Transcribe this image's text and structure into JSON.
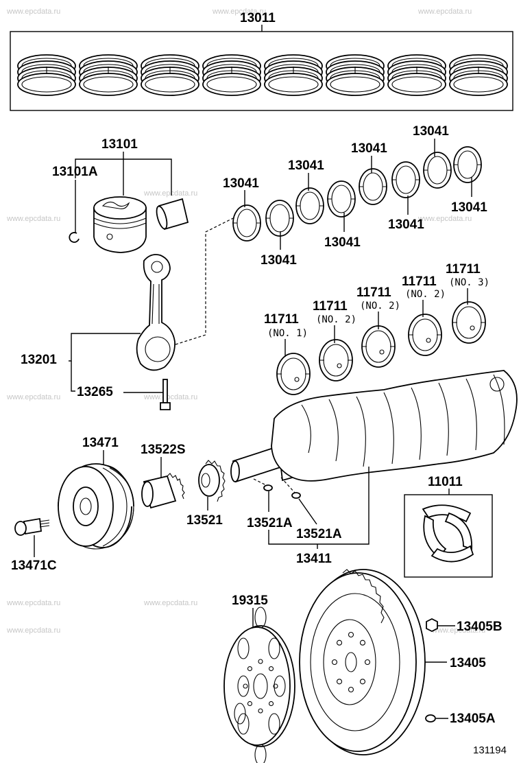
{
  "watermark": "www.epcdata.ru",
  "figure_number": "131194",
  "labels": {
    "piston_ring_set": "13011",
    "piston": "13101",
    "snap_ring": "13101A",
    "rod_bearing_1": "13041",
    "rod_bearing_2": "13041",
    "rod_bearing_3": "13041",
    "rod_bearing_4": "13041",
    "rod_bearing_5": "13041",
    "rod_bearing_6": "13041",
    "rod_bearing_7": "13041",
    "rod_bearing_8": "13041",
    "connecting_rod": "13201",
    "rod_bolt": "13265",
    "main_bearing_no1": "11711",
    "main_bearing_no1_sub": "(NO. 1)",
    "main_bearing_no2a": "11711",
    "main_bearing_no2a_sub": "(NO. 2)",
    "main_bearing_no2b": "11711",
    "main_bearing_no2b_sub": "(NO. 2)",
    "main_bearing_no2c": "11711",
    "main_bearing_no2c_sub": "(NO. 2)",
    "main_bearing_no3": "11711",
    "main_bearing_no3_sub": "(NO. 3)",
    "crank_pulley": "13471",
    "pulley_bolt": "13471C",
    "timing_gear_s": "13522S",
    "timing_gear": "13521",
    "key_1": "13521A",
    "key_2": "13521A",
    "crankshaft": "13411",
    "thrust_washer_set": "11011",
    "drive_plate": "19315",
    "flywheel": "13405",
    "flywheel_bolt": "13405B",
    "flywheel_pin": "13405A"
  }
}
